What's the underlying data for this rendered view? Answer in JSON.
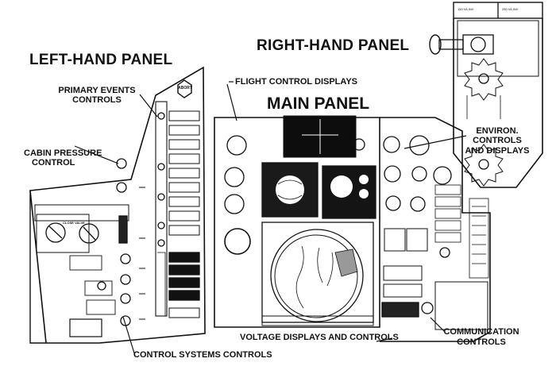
{
  "titles": {
    "left_panel": "LEFT-HAND PANEL",
    "right_panel": "RIGHT-HAND PANEL",
    "main_panel": "MAIN PANEL"
  },
  "callouts": {
    "primary_events_l1": "PRIMARY EVENTS",
    "primary_events_l2": "CONTROLS",
    "cabin_pressure_l1": "CABIN PRESSURE",
    "cabin_pressure_l2": "CONTROL",
    "flight_control_displays": "FLIGHT CONTROL DISPLAYS",
    "environ_l1": "ENVIRON.",
    "environ_l2": "CONTROLS",
    "environ_l3": "AND DISPLAYS",
    "control_systems_controls": "CONTROL SYSTEMS CONTROLS",
    "voltage_displays": "VOLTAGE DISPLAYS AND CONTROLS",
    "communication_l1": "COMMUNICATION",
    "communication_l2": "CONTROLS"
  },
  "right_panel_tags": {
    "inv_150": "150 VA INV",
    "inv_250": "250 VA INV"
  },
  "left_panel_items": {
    "abort": "ABORT",
    "cabin_press_knob": "CLOSE VALVE"
  }
}
